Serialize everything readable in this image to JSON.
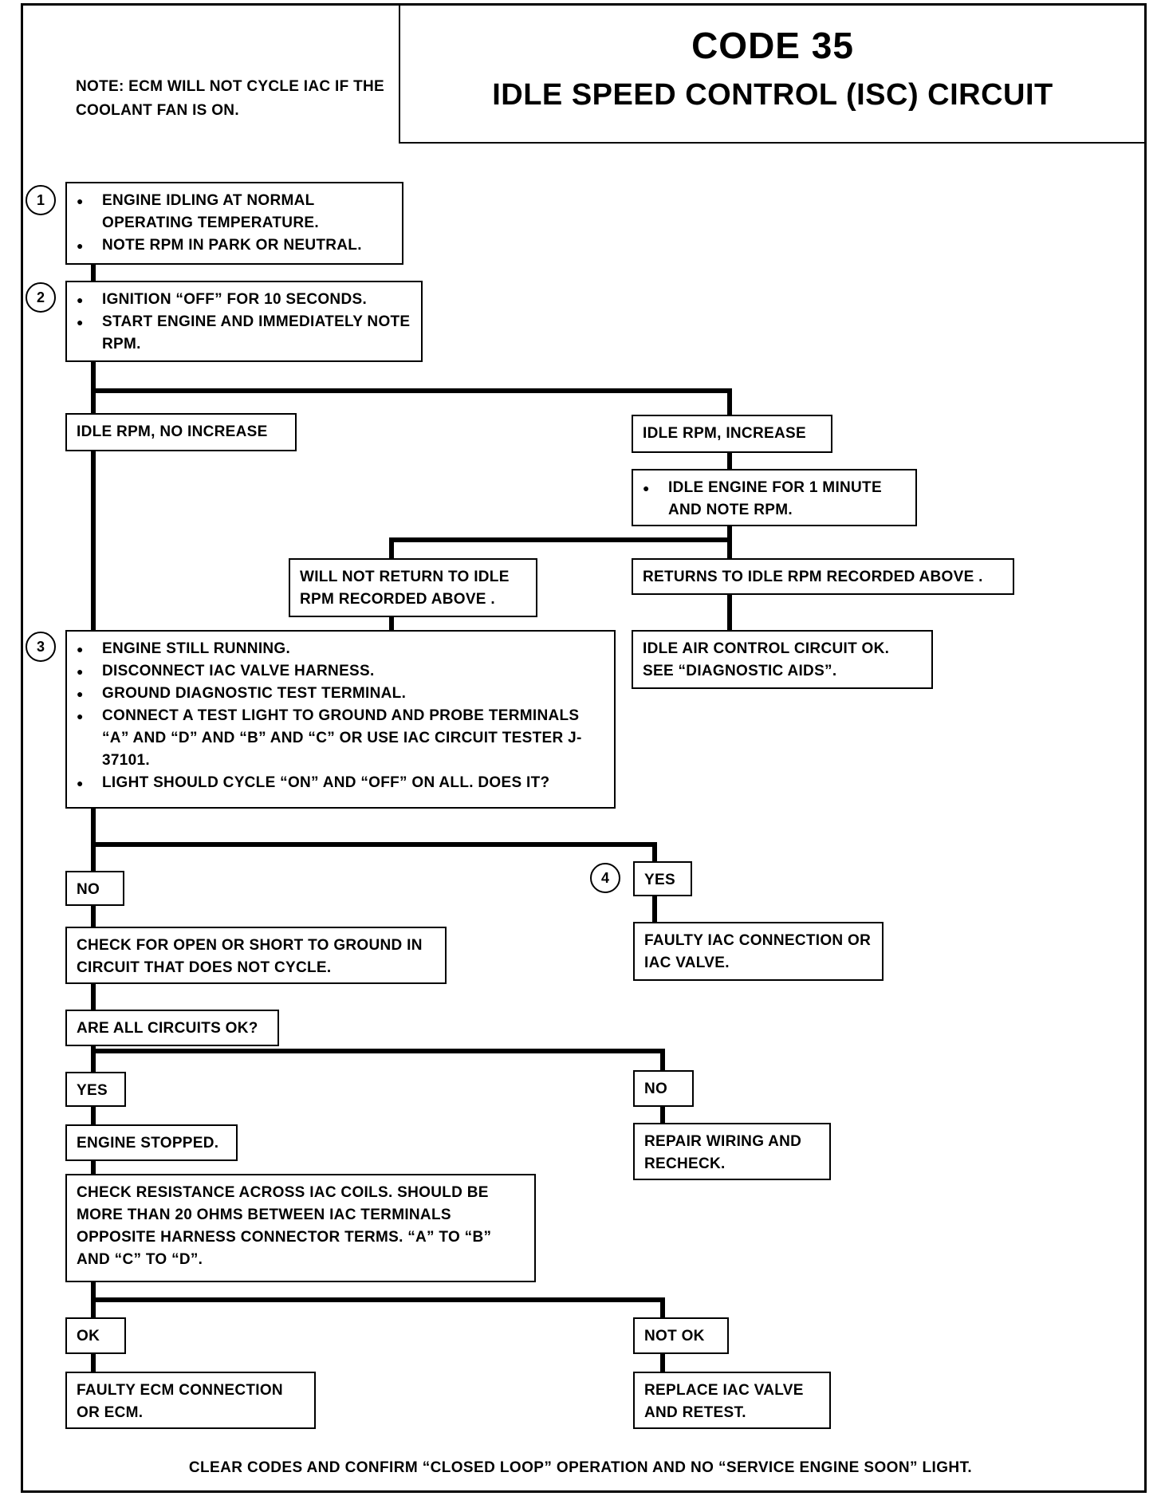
{
  "header": {
    "code": "CODE 35",
    "subtitle": "IDLE SPEED CONTROL (ISC) CIRCUIT",
    "note": "NOTE: ECM WILL NOT CYCLE IAC IF THE COOLANT FAN IS ON."
  },
  "steps": {
    "step1": {
      "number": "1",
      "bullets": [
        "ENGINE IDLING AT NORMAL OPERATING TEMPERATURE.",
        "NOTE RPM IN PARK OR NEUTRAL."
      ]
    },
    "step2": {
      "number": "2",
      "bullets": [
        "IGNITION “OFF” FOR 10 SECONDS.",
        "START ENGINE AND IMMEDIATELY NOTE RPM."
      ]
    },
    "step3": {
      "number": "3",
      "bullets": [
        "ENGINE STILL RUNNING.",
        "DISCONNECT IAC VALVE HARNESS.",
        "GROUND DIAGNOSTIC TEST TERMINAL.",
        "CONNECT A TEST LIGHT TO GROUND AND PROBE TERMINALS “A” AND “D” AND “B” AND “C” OR USE IAC CIRCUIT TESTER J-37101.",
        "LIGHT SHOULD CYCLE “ON” AND “OFF” ON ALL. DOES IT?"
      ]
    },
    "step4": {
      "number": "4"
    }
  },
  "branches": {
    "idle_no_increase": "IDLE RPM, NO INCREASE",
    "idle_increase": "IDLE RPM, INCREASE",
    "idle_1min": "IDLE ENGINE FOR 1 MINUTE AND NOTE RPM.",
    "will_not_return": "WILL NOT RETURN TO IDLE RPM RECORDED ABOVE .",
    "returns": "RETURNS TO IDLE RPM RECORDED ABOVE .",
    "iac_ok": "IDLE AIR CONTROL CIRCUIT OK. SEE “DIAGNOSTIC AIDS”.",
    "no_1": "NO",
    "yes_1": "YES",
    "check_open": "CHECK FOR OPEN OR SHORT TO GROUND IN CIRCUIT THAT DOES NOT CYCLE.",
    "faulty_iac": "FAULTY IAC CONNECTION OR IAC VALVE.",
    "all_circuits": "ARE ALL CIRCUITS OK?",
    "yes_2": "YES",
    "no_2": "NO",
    "engine_stopped": "ENGINE STOPPED.",
    "repair_wiring": "REPAIR WIRING AND RECHECK.",
    "check_resistance": "CHECK RESISTANCE ACROSS IAC COILS. SHOULD BE MORE THAN 20 OHMS BETWEEN IAC TERMINALS OPPOSITE HARNESS CONNECTOR TERMS. “A” TO “B” AND “C” TO “D”.",
    "ok": "OK",
    "not_ok": "NOT OK",
    "faulty_ecm": "FAULTY ECM CONNECTION OR ECM.",
    "replace_iac": "REPLACE IAC VALVE AND RETEST."
  },
  "footer": "CLEAR CODES AND CONFIRM “CLOSED LOOP” OPERATION AND NO “SERVICE ENGINE SOON” LIGHT."
}
